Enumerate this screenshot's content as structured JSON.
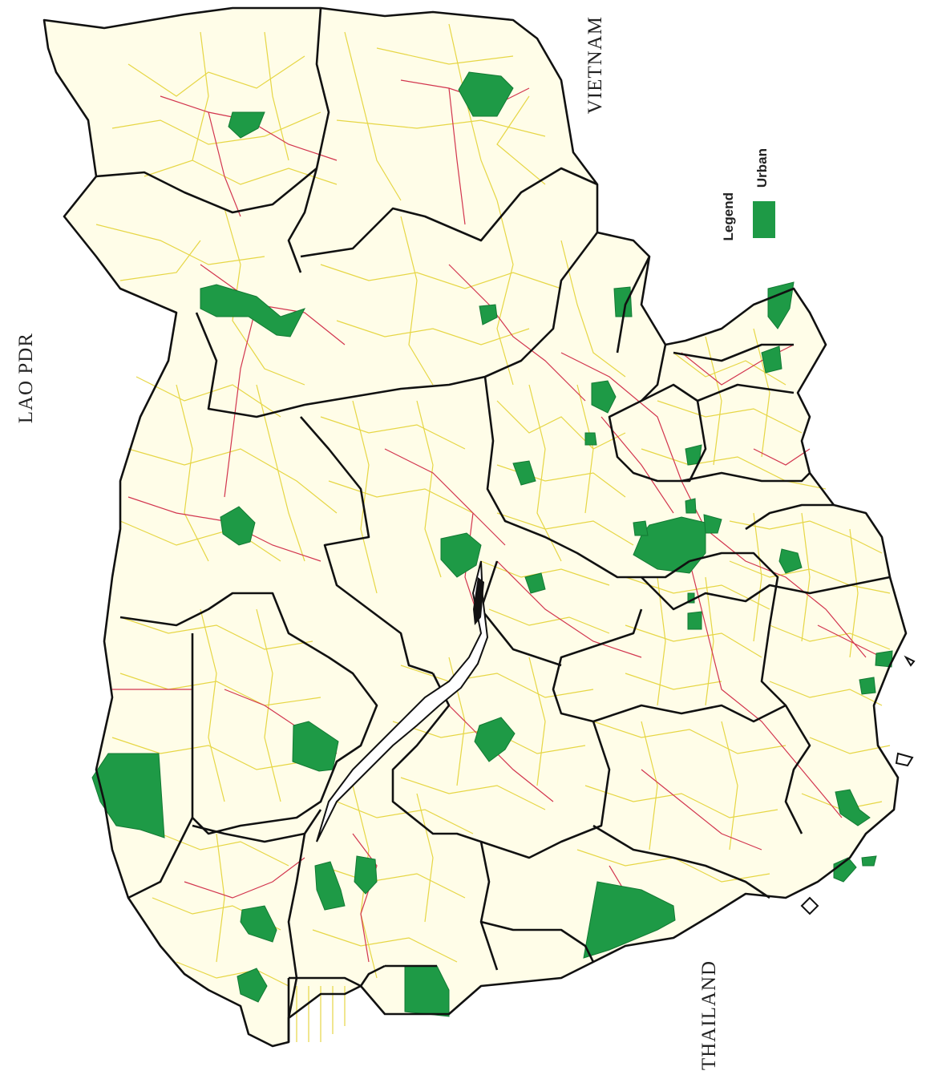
{
  "labels": {
    "vietnam": "VIETNAM",
    "lao": "LAO PDR",
    "thailand": "THAILAND"
  },
  "legend": {
    "title": "Legend",
    "items": [
      {
        "label": "Urban",
        "color": "#1e9a46"
      }
    ]
  },
  "colors": {
    "boundary": "#111111",
    "commune_line": "#e6d645",
    "road": "#d2354e",
    "urban": "#1e9a46",
    "background": "#ffffff"
  }
}
